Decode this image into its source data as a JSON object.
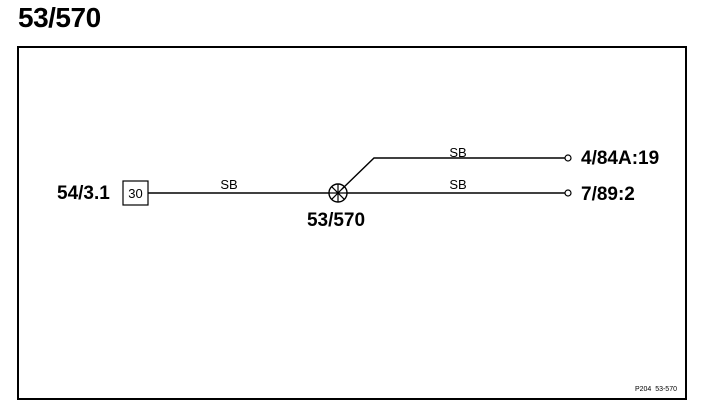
{
  "page_title": "53/570",
  "diagram": {
    "source_connector": "54/3.1",
    "source_pin": "30",
    "splice_label": "53/570",
    "wires": [
      {
        "color": "SB"
      },
      {
        "color": "SB"
      },
      {
        "color": "SB"
      }
    ],
    "destinations": [
      {
        "label": "4/84A:19"
      },
      {
        "label": "7/89:2"
      }
    ],
    "ref_code": "P204  53-570"
  }
}
